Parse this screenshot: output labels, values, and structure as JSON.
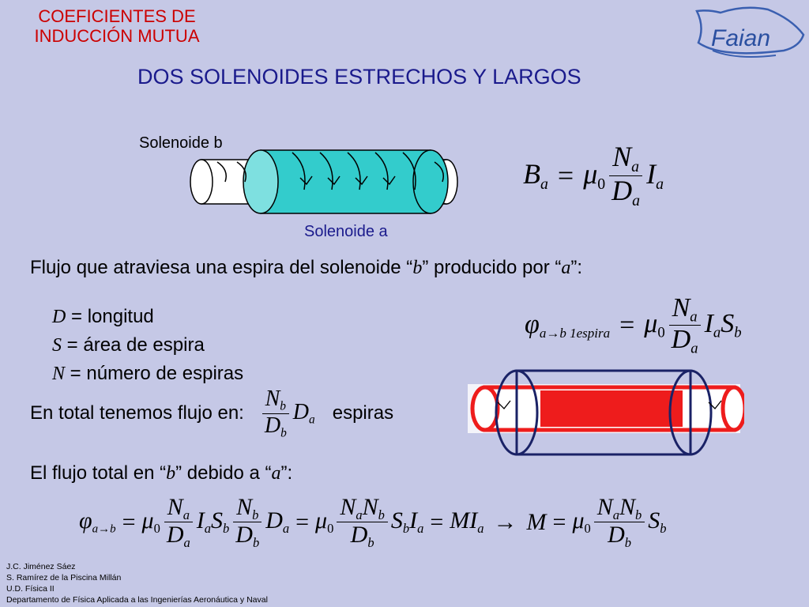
{
  "header": {
    "title_line1": "COEFICIENTES DE",
    "title_line2": "INDUCCIÓN MUTUA",
    "subtitle": "DOS SOLENOIDES ESTRECHOS Y LARGOS",
    "logo_text": "Faian"
  },
  "diagram_top": {
    "label_b": "Solenoide b",
    "label_a": "Solenoide a"
  },
  "equation1": {
    "lhs": "B",
    "lhs_sub": "a",
    "eq": "=",
    "mu": "μ",
    "mu_sub": "0",
    "num": "N",
    "num_sub": "a",
    "den": "D",
    "den_sub": "a",
    "I": "I",
    "I_sub": "a"
  },
  "flux_sentence": {
    "pre": "Flujo que atraviesa una espira del solenoide “",
    "b": "b",
    "mid": "” producido por “",
    "a": "a",
    "post": "”:"
  },
  "definitions": [
    {
      "sym": "D",
      "text": " = longitud"
    },
    {
      "sym": "S",
      "text": " = área de espira"
    },
    {
      "sym": "N",
      "text": " = número de espiras"
    }
  ],
  "equation2": {
    "phi": "φ",
    "sub": "a→b 1espira",
    "eq": "=",
    "mu": "μ",
    "mu_sub": "0",
    "num": "N",
    "num_sub": "a",
    "den": "D",
    "den_sub": "a",
    "I": "I",
    "I_sub": "a",
    "S": "S",
    "S_sub": "b"
  },
  "total_sentence": {
    "pre": "En total tenemos flujo en:",
    "num": "N",
    "num_sub": "b",
    "den": "D",
    "den_sub": "b",
    "D": "D",
    "D_sub": "a",
    "post": "espiras"
  },
  "total_flux_sentence": {
    "pre": "El flujo total en “",
    "b": "b",
    "mid": "” debido a “",
    "a": "a",
    "post": "”:"
  },
  "equation3": {
    "phi": "φ",
    "phi_sub": "a→b",
    "eq": "=",
    "mu": "μ",
    "mu_sub": "0",
    "f1_num": "N",
    "f1_num_sub": "a",
    "f1_den": "D",
    "f1_den_sub": "a",
    "I": "I",
    "I_sub": "a",
    "S": "S",
    "S_sub": "b",
    "f2_num": "N",
    "f2_num_sub": "b",
    "f2_den": "D",
    "f2_den_sub": "b",
    "D": "D",
    "D_sub": "a",
    "f3_num_a": "N",
    "f3_num_a_sub": "a",
    "f3_num_b": "N",
    "f3_num_b_sub": "b",
    "f3_den": "D",
    "f3_den_sub": "b",
    "S2": "S",
    "S2_sub": "b",
    "I2": "I",
    "I2_sub": "a",
    "MI": "MI",
    "MI_sub": "a",
    "arrow": "→",
    "M": "M",
    "f4_num_a": "N",
    "f4_num_a_sub": "a",
    "f4_num_b": "N",
    "f4_num_b_sub": "b",
    "f4_den": "D",
    "f4_den_sub": "b",
    "S3": "S",
    "S3_sub": "b"
  },
  "credits": [
    "J.C. Jiménez Sáez",
    "S. Ramírez de la Piscina Millán",
    "U.D. Física II",
    "Departamento de Física Aplicada a las Ingenierías Aeronáutica y Naval"
  ],
  "colors": {
    "background": "#c5c8e6",
    "title": "#cc0000",
    "subtitle": "#1a1a8c",
    "solenoid_a_fill": "#33cccc",
    "solenoid_red": "#ee1c1c"
  }
}
